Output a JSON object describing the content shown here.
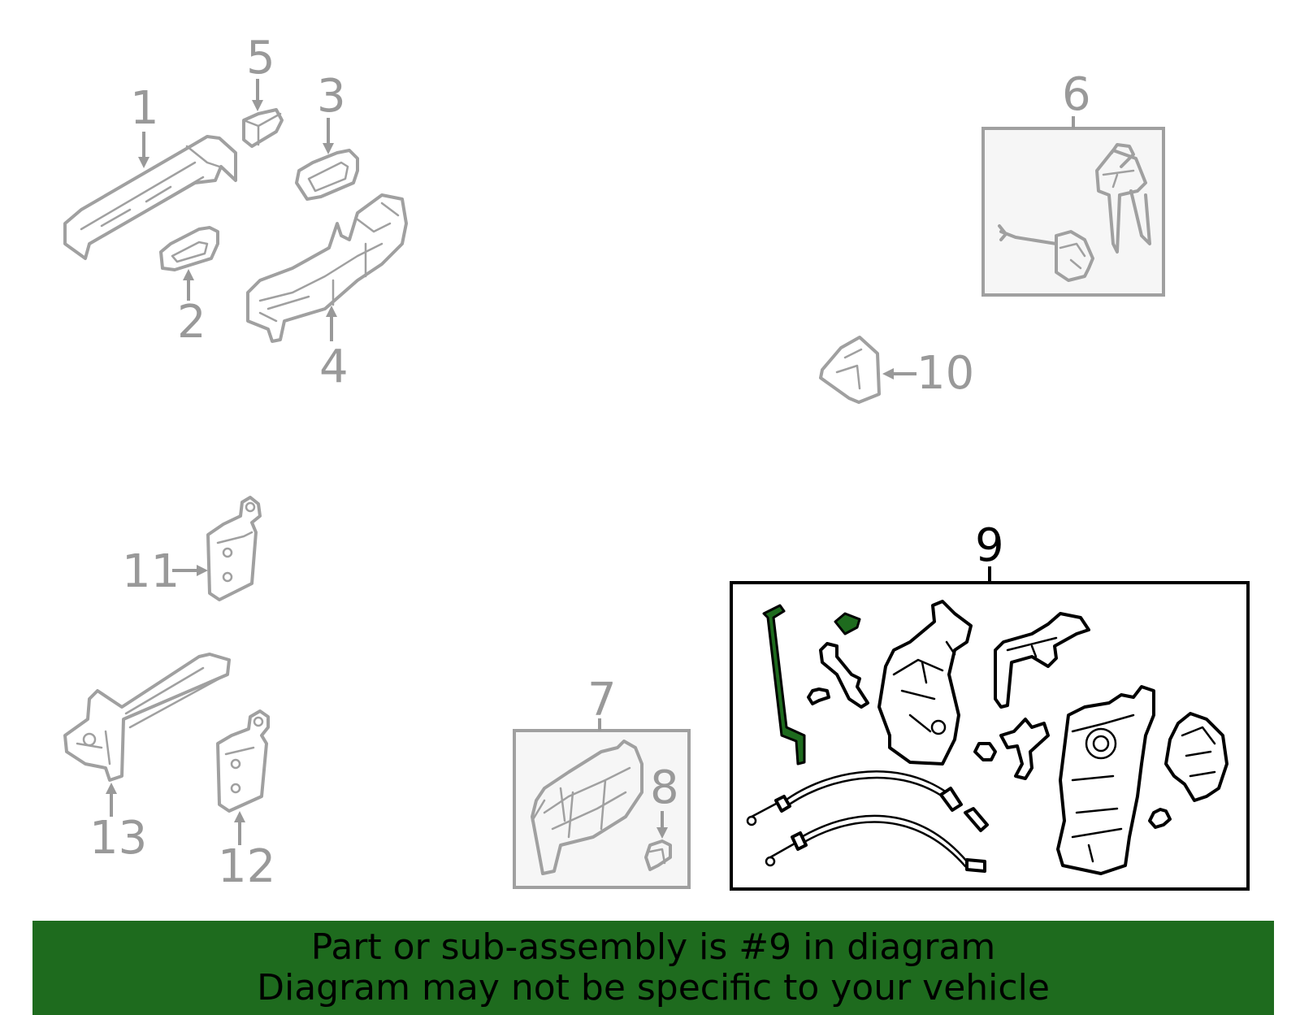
{
  "callouts": {
    "c1": "1",
    "c2": "2",
    "c3": "3",
    "c4": "4",
    "c5": "5",
    "c6": "6",
    "c7": "7",
    "c8": "8",
    "c9": "9",
    "c10": "10",
    "c11": "11",
    "c12": "12",
    "c13": "13"
  },
  "highlighted_part": "9",
  "banner": {
    "line1": "Part or sub-assembly is #9 in diagram",
    "line2": "Diagram may not be specific to your vehicle"
  },
  "colors": {
    "highlight_green": "#1e6b1e",
    "part_gray": "#a0a0a0",
    "label_gray": "#999999",
    "active_black": "#000000"
  }
}
